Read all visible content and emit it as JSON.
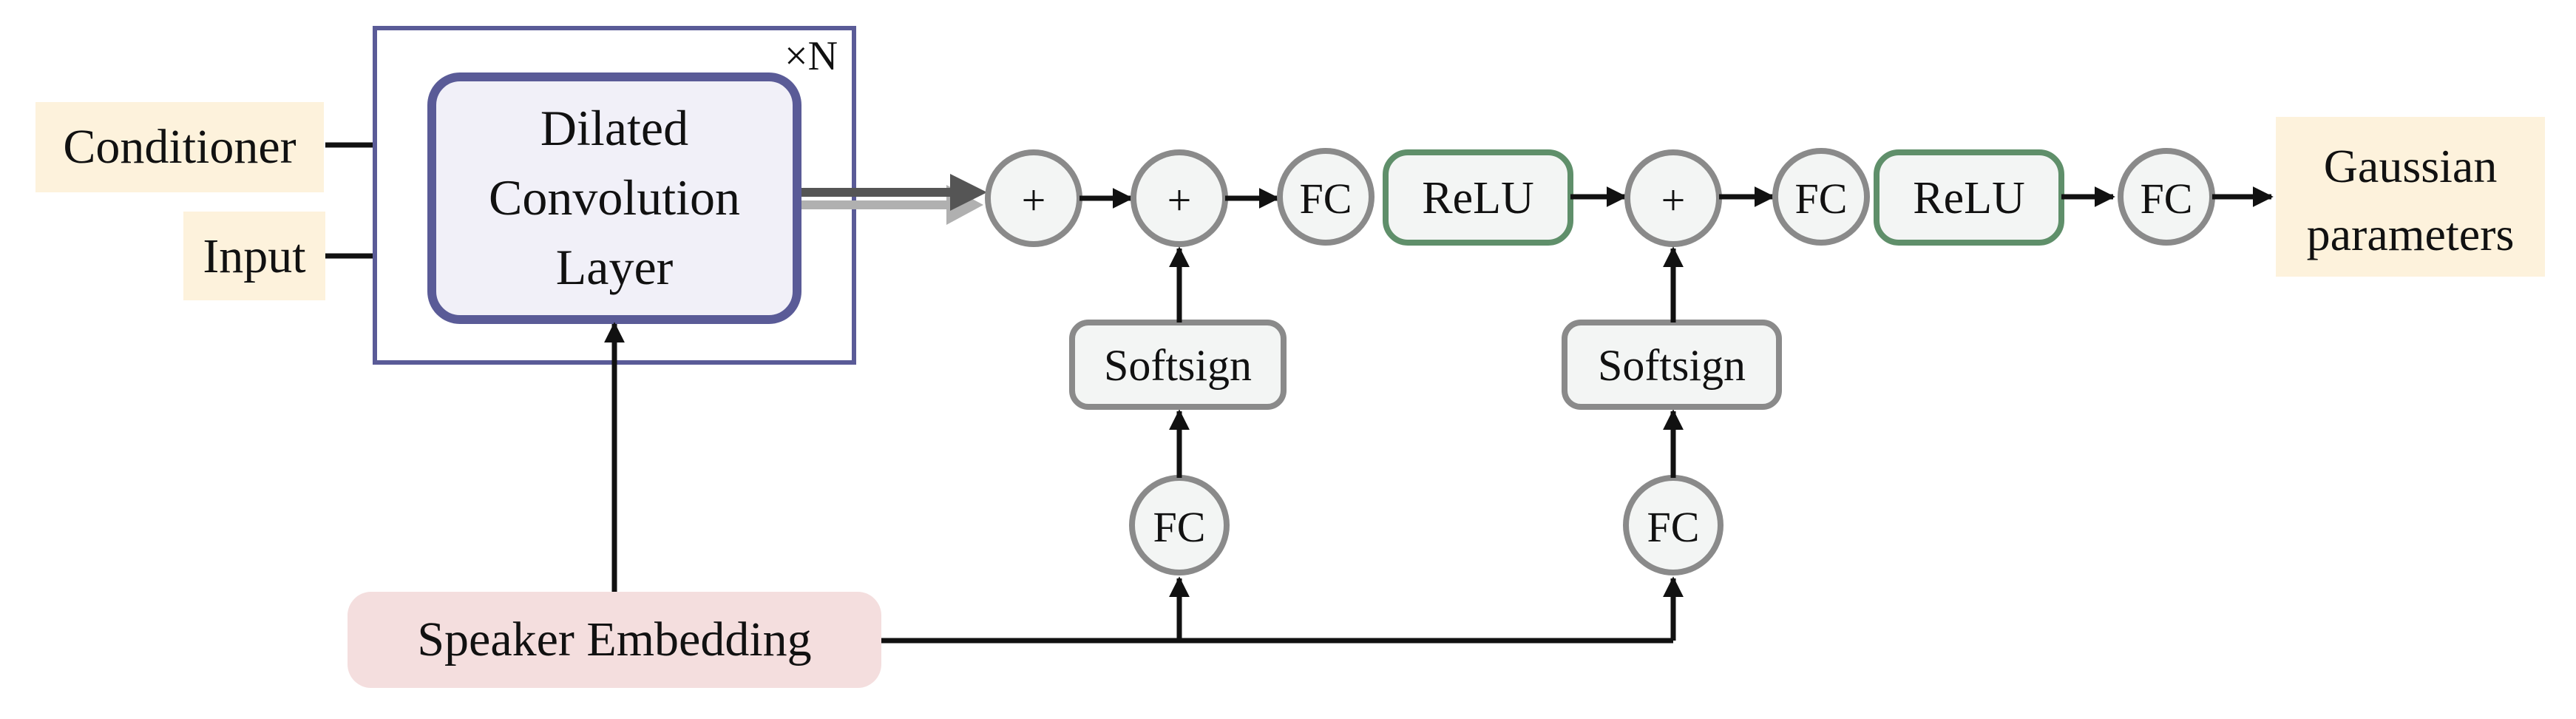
{
  "inputs": {
    "conditioner": "Conditioner",
    "input": "Input"
  },
  "block": {
    "repeat": "×N",
    "line1": "Dilated",
    "line2": "Convolution",
    "line3": "Layer"
  },
  "speaker": "Speaker Embedding",
  "nodes": {
    "plus1": "+",
    "plus2": "+",
    "plus3": "+",
    "fc1": "FC",
    "fc2": "FC",
    "fc3": "FC",
    "fc_side1": "FC",
    "fc_side2": "FC",
    "relu1": "ReLU",
    "relu2": "ReLU",
    "softsign1": "Softsign",
    "softsign2": "Softsign"
  },
  "output": {
    "line1": "Gaussian",
    "line2": "parameters"
  },
  "colors": {
    "yellow_box": "#fdf2dc",
    "pink_box": "#f4dede",
    "block_fill": "#f1f0f8",
    "block_border": "#5a5b97",
    "relu_border": "#5f8f6a",
    "node_border": "#8a8a8a",
    "node_fill": "#f3f5f4"
  }
}
